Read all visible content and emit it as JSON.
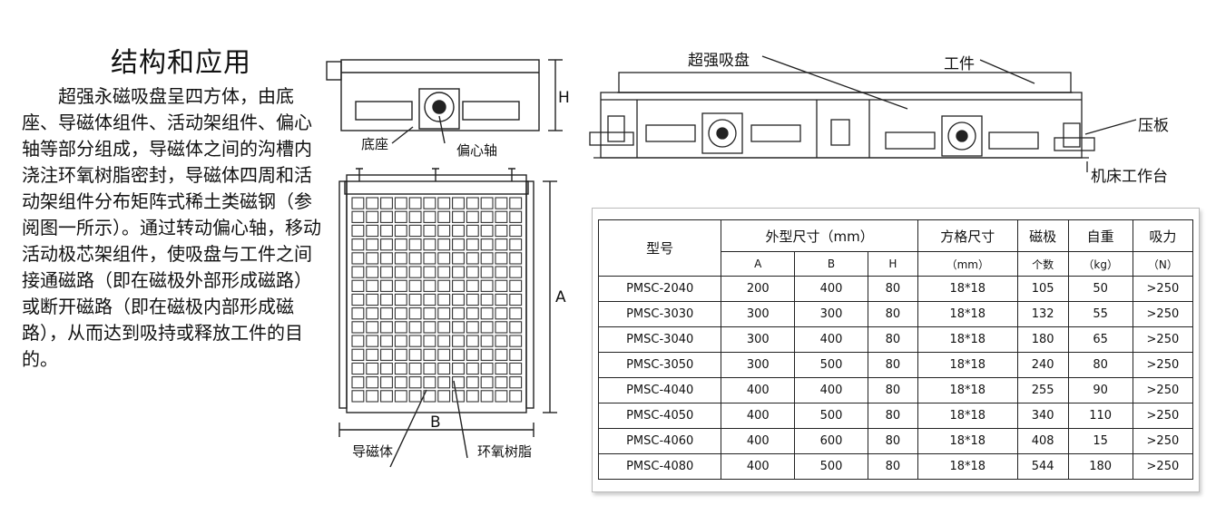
{
  "title": "结构和应用",
  "paragraph": "超强永磁吸盘呈四方体，由底座、导磁体组件、活动架组件、偏心轴等部分组成，导磁体之间的沟槽内浇注环氧树脂密封，导磁体四周和活动架组件分布矩阵式稀土类磁钢（参阅图一所示）。通过转动偏心轴，移动活动极芯架组件，使吸盘与工件之间接通磁路（即在磁极外部形成磁路）或断开磁路（即在磁极内部形成磁路），从而达到吸持或释放工件的目的。",
  "diagram_left": {
    "label_base": "底座",
    "label_shaft": "偏心轴",
    "label_conductor": "导磁体",
    "label_resin": "环氧树脂",
    "dim_h": "H",
    "dim_a": "A",
    "dim_b": "B"
  },
  "diagram_right": {
    "label_chuck": "超强吸盘",
    "label_workpiece": "工件",
    "label_clamp": "压板",
    "label_table": "机床工作台"
  },
  "table": {
    "headers": {
      "model": "型号",
      "size": "外型尺寸（mm）",
      "grid": "方格尺寸",
      "poles": "磁极",
      "weight": "自重",
      "force": "吸力"
    },
    "subheaders": {
      "a": "A",
      "b": "B",
      "h": "H",
      "grid_unit": "（mm）",
      "poles_unit": "个数",
      "weight_unit": "（kg）",
      "force_unit": "（N）"
    },
    "rows": [
      {
        "model": "PMSC-2040",
        "a": "200",
        "b": "400",
        "h": "80",
        "grid": "18*18",
        "poles": "105",
        "weight": "50",
        "force": ">250"
      },
      {
        "model": "PMSC-3030",
        "a": "300",
        "b": "300",
        "h": "80",
        "grid": "18*18",
        "poles": "132",
        "weight": "55",
        "force": ">250"
      },
      {
        "model": "PMSC-3040",
        "a": "300",
        "b": "400",
        "h": "80",
        "grid": "18*18",
        "poles": "180",
        "weight": "65",
        "force": ">250"
      },
      {
        "model": "PMSC-3050",
        "a": "300",
        "b": "500",
        "h": "80",
        "grid": "18*18",
        "poles": "240",
        "weight": "80",
        "force": ">250"
      },
      {
        "model": "PMSC-4040",
        "a": "400",
        "b": "400",
        "h": "80",
        "grid": "18*18",
        "poles": "255",
        "weight": "90",
        "force": ">250"
      },
      {
        "model": "PMSC-4050",
        "a": "400",
        "b": "500",
        "h": "80",
        "grid": "18*18",
        "poles": "340",
        "weight": "110",
        "force": ">250"
      },
      {
        "model": "PMSC-4060",
        "a": "400",
        "b": "600",
        "h": "80",
        "grid": "18*18",
        "poles": "408",
        "weight": "15",
        "force": ">250"
      },
      {
        "model": "PMSC-4080",
        "a": "400",
        "b": "500",
        "h": "80",
        "grid": "18*18",
        "poles": "544",
        "weight": "180",
        "force": ">250"
      }
    ]
  }
}
